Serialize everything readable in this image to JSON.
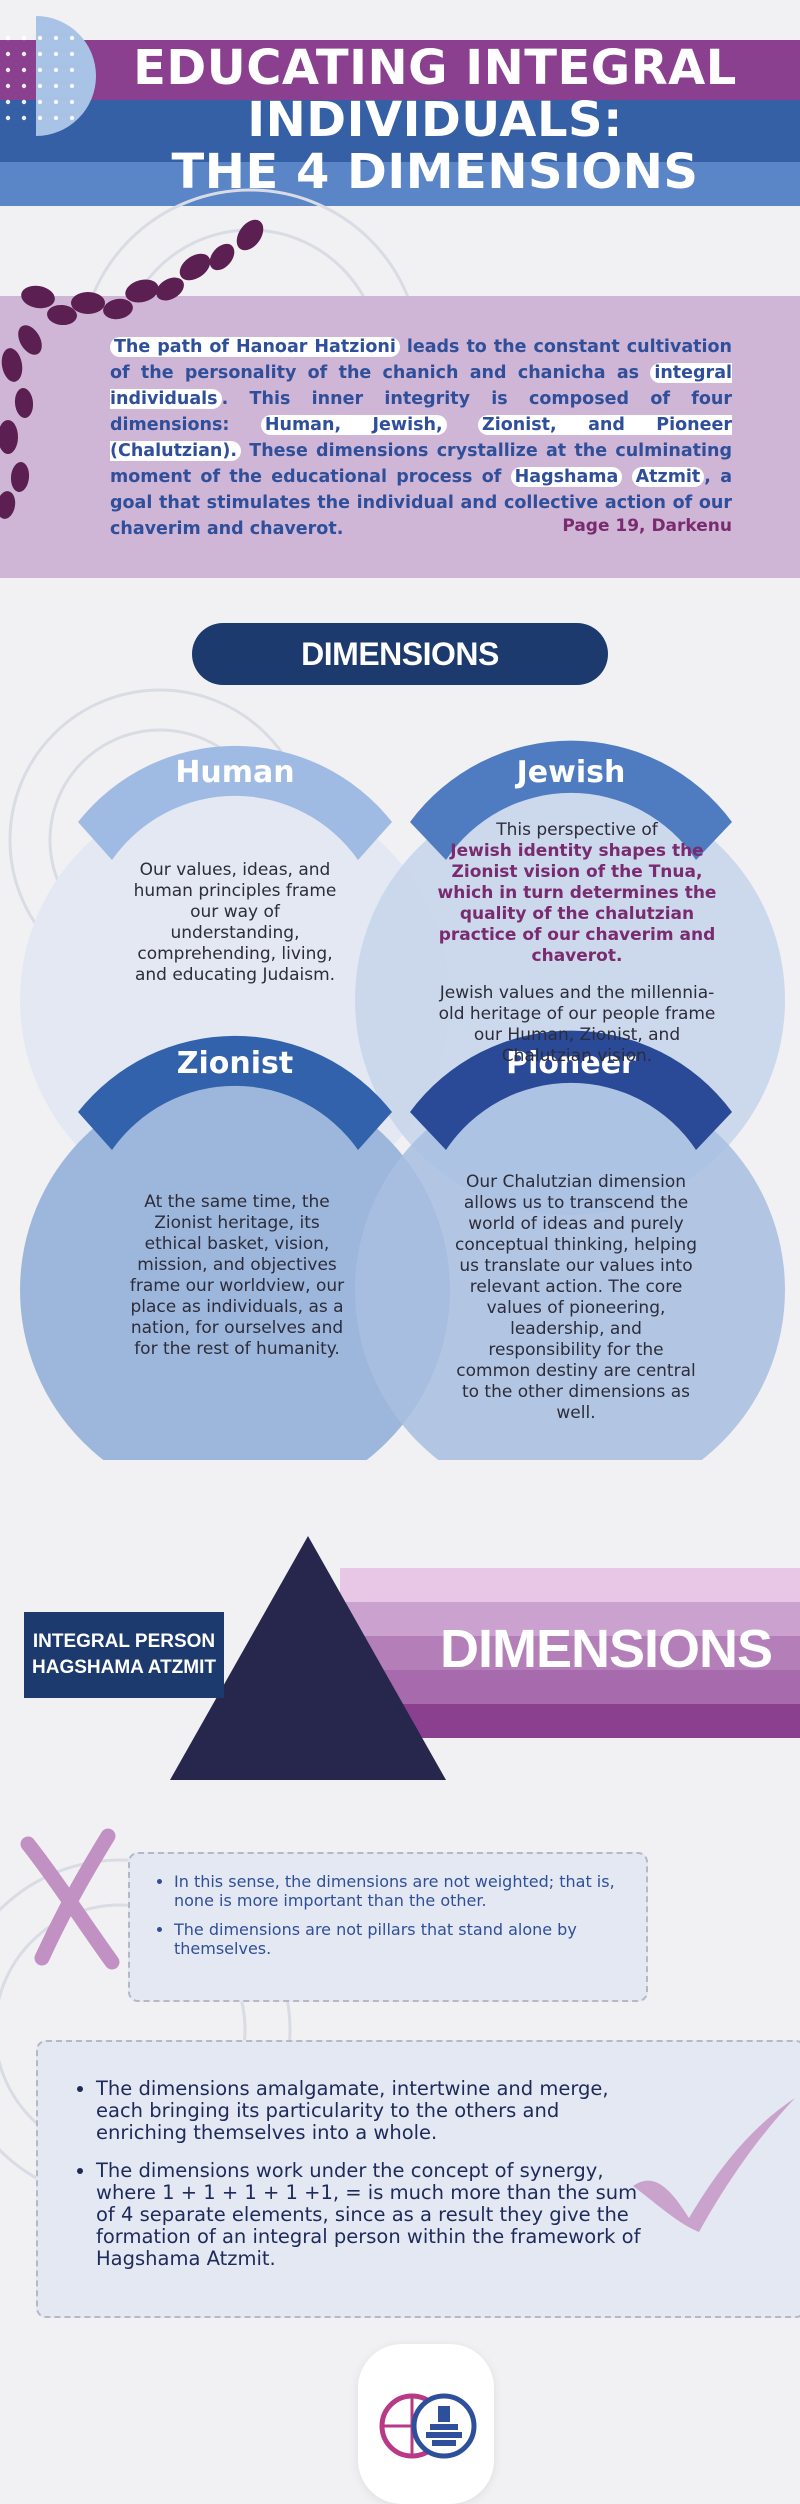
{
  "header": {
    "title_lines": [
      "EDUCATING INTEGRAL",
      "INDIVIDUALS:",
      "THE 4 DIMENSIONS"
    ]
  },
  "quote": {
    "segments": [
      {
        "text": "The path of Hanoar Hatzioni",
        "hl": true
      },
      {
        "text": " leads to the constant cultivation of the personality of the chanich and chanicha as ",
        "hl": false
      },
      {
        "text": "integral individuals",
        "hl": true
      },
      {
        "text": ". This inner integrity is composed of four dimensions: ",
        "hl": false
      },
      {
        "text": "Human, Jewish,",
        "hl": true
      },
      {
        "text": " ",
        "hl": false
      },
      {
        "text": "Zionist, and Pioneer (Chalutzian).",
        "hl": true
      },
      {
        "text": " These dimensions crystallize at the culminating moment of the educational process of ",
        "hl": false
      },
      {
        "text": "Hagshama",
        "hl": true
      },
      {
        "text": " ",
        "hl": false
      },
      {
        "text": "Atzmit",
        "hl": true
      },
      {
        "text": ", a goal that stimulates the individual and collective action of our chaverim and chaverot.",
        "hl": false
      }
    ],
    "source": "Page 19, Darkenu"
  },
  "dimensions_label": "DIMENSIONS",
  "circles": {
    "human": {
      "title": "Human",
      "text": "Our values, ideas, and human principles frame our way of understanding, comprehending, living, and educating Judaism."
    },
    "jewish": {
      "title": "Jewish",
      "intro": "This perspective of",
      "emphasis": "Jewish identity shapes the Zionist vision of the Tnua, which in turn determines the quality of the chalutzian practice of our chaverim and chaverot.",
      "text": "Jewish values and the millennia-old heritage of our people frame our Human, Zionist, and Chalutzian vision."
    },
    "zionist": {
      "title": "Zionist",
      "text": "At the same time, the Zionist heritage, its ethical basket, vision, mission, and objectives frame our worldview, our place as individuals, as a nation, for ourselves and for the rest of humanity."
    },
    "pioneer": {
      "title": "Pioneer",
      "text": "Our Chalutzian dimension allows us to transcend the world of ideas and purely conceptual thinking, helping us translate our values into relevant action. The core values of pioneering, leadership, and responsibility for the common destiny are central to the other dimensions as well."
    }
  },
  "integral": {
    "line1": "INTEGRAL PERSON",
    "line2": "HAGSHAMA ATZMIT",
    "dimensions_big": "DIMENSIONS"
  },
  "notes_top": [
    "In this sense, the dimensions are not weighted; that is, none is more important than the other.",
    "The dimensions are not pillars that stand alone by themselves."
  ],
  "notes_bottom": [
    "The dimensions amalgamate, intertwine and merge, each bringing its particularity to the others and enriching themselves into a whole.",
    "The dimensions work under the concept of synergy, where 1 + 1 + 1 + 1 +1, = is much more than the sum of 4 separate elements, since as a result they give the formation of an integral person within the framework of Hagshama Atzmit."
  ],
  "colors": {
    "navy": "#1d3a6e",
    "blue": "#3560a6",
    "purple": "#8a3f8f",
    "plum": "#7a2a6e",
    "lilac": "#cfb6d6",
    "dark_triangle": "#27264d"
  },
  "icons": [
    "footprints-icon",
    "cross-mark-icon",
    "check-mark-icon",
    "logo-emblem-icon"
  ]
}
